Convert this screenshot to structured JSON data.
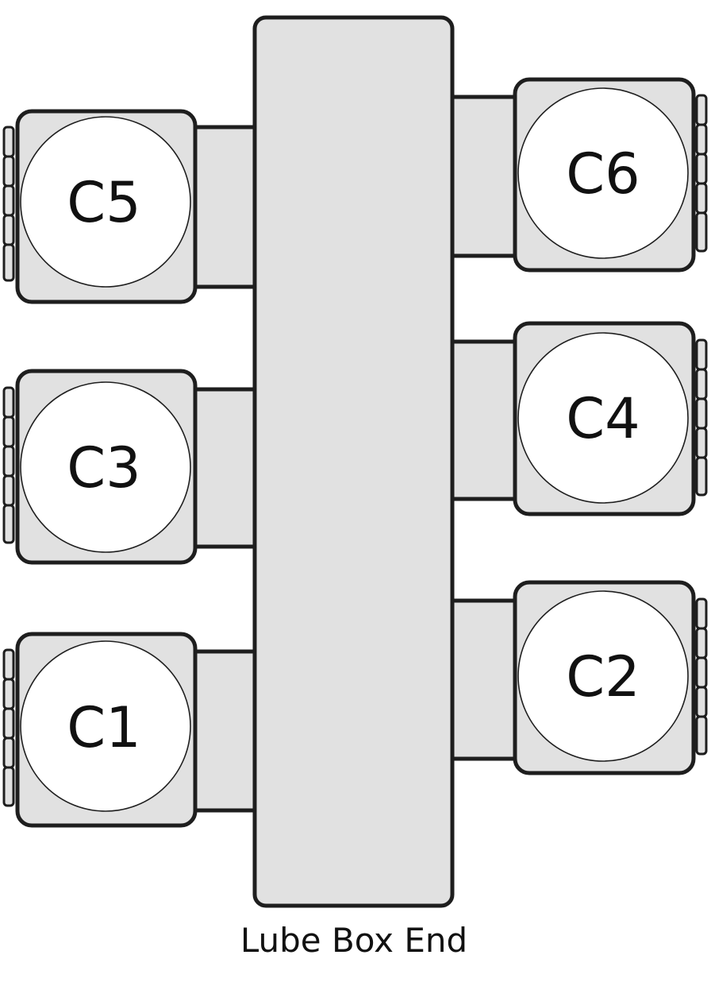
{
  "diagram": {
    "caption": "Lube Box End",
    "ports": [
      {
        "id": "C5",
        "label": "C5",
        "side": "left"
      },
      {
        "id": "C3",
        "label": "C3",
        "side": "left"
      },
      {
        "id": "C1",
        "label": "C1",
        "side": "left"
      },
      {
        "id": "C6",
        "label": "C6",
        "side": "right"
      },
      {
        "id": "C4",
        "label": "C4",
        "side": "right"
      },
      {
        "id": "C2",
        "label": "C2",
        "side": "right"
      }
    ]
  }
}
